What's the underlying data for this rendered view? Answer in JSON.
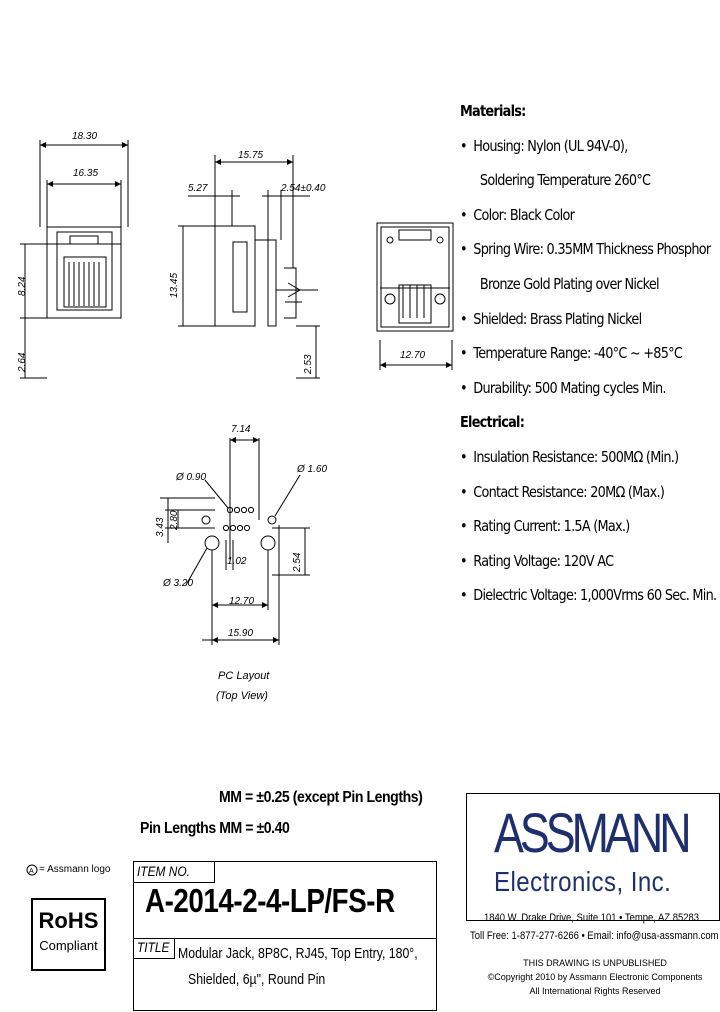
{
  "dims": {
    "front_width_overall": "18.30",
    "front_width_inner": "16.35",
    "front_height": "8.24",
    "front_pin": "2.64",
    "side_length": "15.75",
    "side_offset": "5.27",
    "side_pitch": "2.54±0.40",
    "side_height": "13.45",
    "side_pin": "2.53",
    "top_width": "12.70"
  },
  "pc_layout": {
    "d1": "7.14",
    "hole_small": "Ø 0.90",
    "hole_med": "Ø 1.60",
    "hole_large": "Ø 3.20",
    "v1": "3.43",
    "v2": "2.80",
    "pitch": "1.02",
    "v3": "2.54",
    "w1": "12.70",
    "w2": "15.90",
    "caption1": "PC Layout",
    "caption2": "(Top View)"
  },
  "specs": {
    "materials_heading": "Materials:",
    "materials": [
      "Housing: Nylon (UL 94V-0),",
      "Soldering Temperature 260°C",
      "Color: Black Color",
      "Spring Wire: 0.35MM Thickness Phosphor",
      "Bronze Gold Plating over Nickel",
      "Shielded: Brass Plating Nickel",
      "Temperature Range: -40°C ~ +85°C",
      "Durability: 500 Mating cycles Min."
    ],
    "electrical_heading": "Electrical:",
    "electrical": [
      "Insulation Resistance: 500MΩ (Min.)",
      "Contact Resistance: 20MΩ (Max.)",
      "Rating Current: 1.5A (Max.)",
      "Rating Voltage: 120V AC",
      "Dielectric Voltage: 1,000Vrms 60 Sec. Min."
    ]
  },
  "tolerance": {
    "line1": "MM = ±0.25 (except Pin Lengths)",
    "line2": "Pin Lengths MM = ±0.40"
  },
  "logo_note": "= Assmann logo",
  "rohs": {
    "line1": "RoHS",
    "line2": "Compliant"
  },
  "title_block": {
    "item_label": "ITEM NO.",
    "part_number": "A-2014-2-4-LP/FS-R",
    "title_label": "TITLE",
    "desc_line1": "Modular Jack, 8P8C, RJ45, Top Entry, 180°,",
    "desc_line2": "Shielded, 6µ\", Round Pin"
  },
  "company": {
    "name": "ASSMANN",
    "sub": "Electronics, Inc.",
    "address": "1840 W. Drake Drive, Suite 101 • Tempe, AZ 85283",
    "contact": "Toll Free: 1-877-277-6266 • Email: info@usa-assmann.com",
    "notice": "THIS DRAWING IS UNPUBLISHED",
    "copyright": "©Copyright 2010 by Assmann Electronic Components",
    "rights": "All International Rights Reserved"
  },
  "colors": {
    "brand": "#1f2f6e",
    "line": "#000000"
  }
}
